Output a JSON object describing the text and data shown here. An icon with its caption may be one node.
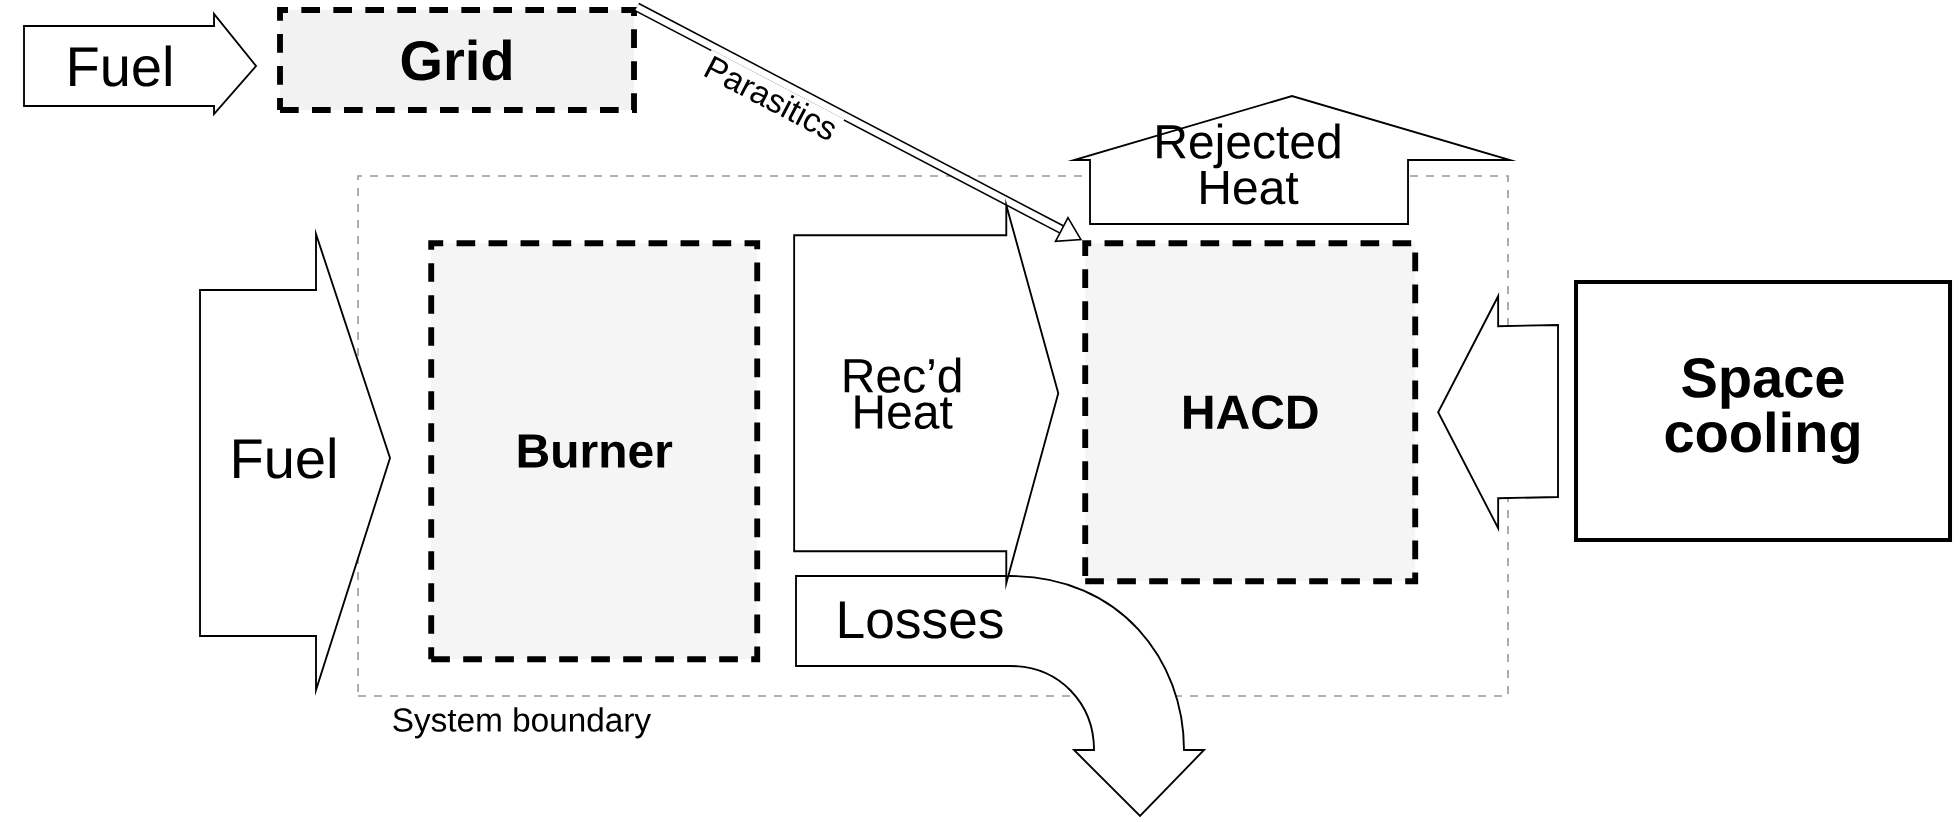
{
  "diagram": {
    "nodes": [
      {
        "text": [
          "Fuel"
        ]
      },
      {
        "text": [
          "Grid"
        ]
      },
      {
        "text": [
          "System boundary"
        ]
      },
      {
        "text": [
          "Fuel"
        ]
      },
      {
        "text": [
          "Burner"
        ],
        "in": 2
      },
      {
        "text": [
          "HACD"
        ],
        "in": 2
      },
      {
        "text": [
          "Rejected Heat"
        ]
      },
      {
        "text": [
          "Space cooling"
        ]
      },
      {
        "text": [
          "Losses"
        ]
      }
    ],
    "edges": [
      {
        "from": 1,
        "to": 5,
        "arrow": "to",
        "label": "Parasitics"
      },
      {
        "from": 7,
        "to": 5,
        "arrow": "to"
      },
      {
        "from": 4,
        "to": 5,
        "arrow": "to",
        "label": "Rec’d Heat"
      }
    ]
  }
}
